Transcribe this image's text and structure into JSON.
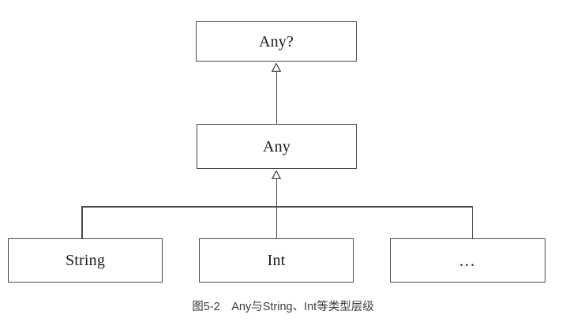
{
  "figure": {
    "caption": "图5-2　Any与String、Int等类型层级",
    "line_color": "#4a4a4a",
    "text_color": "#1a1a1a",
    "caption_color": "#3d3d3d",
    "background": "#ffffff"
  },
  "diagram": {
    "type": "uml-class-hierarchy",
    "relation": "generalization",
    "arrowhead": "hollow-triangle",
    "nodes": {
      "root": {
        "label": "Any?"
      },
      "any": {
        "label": "Any"
      },
      "leaf_string": {
        "label": "String"
      },
      "leaf_int": {
        "label": "Int"
      },
      "leaf_more": {
        "label": "…"
      }
    },
    "edges": [
      {
        "from": "Any",
        "to": "Any?"
      },
      {
        "from": "String",
        "to": "Any"
      },
      {
        "from": "Int",
        "to": "Any"
      },
      {
        "from": "…",
        "to": "Any"
      }
    ]
  }
}
